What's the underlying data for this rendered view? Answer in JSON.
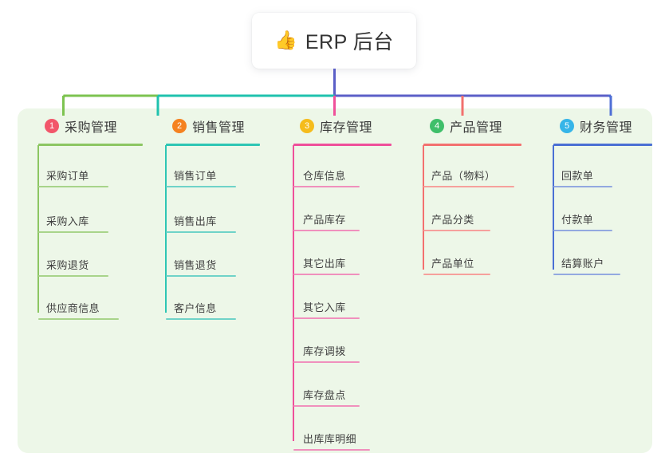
{
  "root": {
    "icon": "thumbs-up-icon",
    "icon_glyph": "👍",
    "title": "ERP 后台"
  },
  "panel": {
    "background": "#edf7e8"
  },
  "colors": {
    "branch_green": "#7dc350",
    "branch_teal": "#1fc2ae",
    "branch_purple": "#5b5fc7",
    "drop_green": "#7dc350",
    "drop_teal": "#1fc2ae",
    "drop_pink": "#f0509a",
    "drop_red": "#f2706e",
    "drop_blue": "#4f6fd6",
    "badge_1": "#f2566a",
    "badge_2": "#f58220",
    "badge_3": "#f5bc1c",
    "badge_4": "#3fbf6a",
    "badge_5": "#36b5e8",
    "rule_1": "#8cc662",
    "rule_2": "#2ec6b4",
    "rule_3": "#ef4f9a",
    "rule_4": "#f3706f",
    "rule_5": "#4a6fd4",
    "leaf_1": "#a8d48a",
    "leaf_2": "#6fd3c8",
    "leaf_3": "#f090bd",
    "leaf_4": "#f6a09c",
    "leaf_5": "#93a9e0"
  },
  "columns": [
    {
      "number": "1",
      "title": "采购管理",
      "badge_color": "#f2566a",
      "rule_color": "#8cc662",
      "leaf_color": "#a8d48a",
      "spine_color": "#8cc662",
      "items": [
        {
          "label": "采购订单"
        },
        {
          "label": "采购入库"
        },
        {
          "label": "采购退货"
        },
        {
          "label": "供应商信息"
        }
      ]
    },
    {
      "number": "2",
      "title": "销售管理",
      "badge_color": "#f58220",
      "rule_color": "#2ec6b4",
      "leaf_color": "#6fd3c8",
      "spine_color": "#2ec6b4",
      "items": [
        {
          "label": "销售订单"
        },
        {
          "label": "销售出库"
        },
        {
          "label": "销售退货"
        },
        {
          "label": "客户信息"
        }
      ]
    },
    {
      "number": "3",
      "title": "库存管理",
      "badge_color": "#f5bc1c",
      "rule_color": "#ef4f9a",
      "leaf_color": "#f090bd",
      "spine_color": "#ef4f9a",
      "items": [
        {
          "label": "仓库信息"
        },
        {
          "label": "产品库存"
        },
        {
          "label": "其它出库"
        },
        {
          "label": "其它入库"
        },
        {
          "label": "库存调拨"
        },
        {
          "label": "库存盘点"
        },
        {
          "label": "出库库明细"
        }
      ]
    },
    {
      "number": "4",
      "title": "产品管理",
      "badge_color": "#3fbf6a",
      "rule_color": "#f3706f",
      "leaf_color": "#f6a09c",
      "spine_color": "#f3706f",
      "items": [
        {
          "label": "产品（物料）"
        },
        {
          "label": "产品分类"
        },
        {
          "label": "产品单位"
        }
      ]
    },
    {
      "number": "5",
      "title": "财务管理",
      "badge_color": "#36b5e8",
      "rule_color": "#4a6fd4",
      "leaf_color": "#93a9e0",
      "spine_color": "#4a6fd4",
      "items": [
        {
          "label": "回款单"
        },
        {
          "label": "付款单"
        },
        {
          "label": "结算账户"
        }
      ]
    }
  ]
}
